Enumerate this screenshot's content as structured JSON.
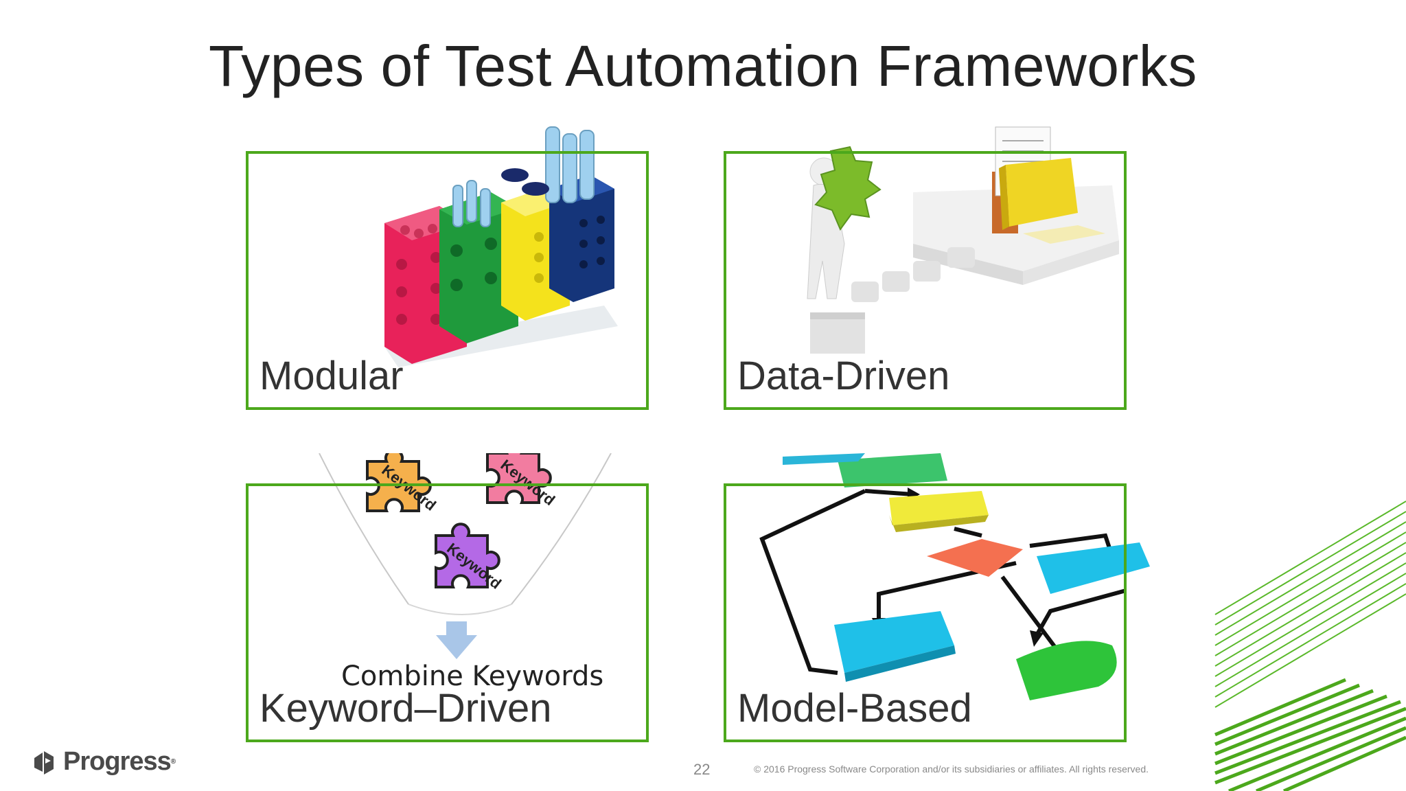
{
  "slide": {
    "title": "Types of Test Automation Frameworks",
    "page_number": "22",
    "copyright": "© 2016 Progress Software Corporation and/or its subsidiaries or affiliates. All rights reserved."
  },
  "panels": [
    {
      "label": "Modular"
    },
    {
      "label": "Data-Driven"
    },
    {
      "label": "Keyword–Driven",
      "puzzle_text": "Keyword",
      "caption": "Combine Keywords"
    },
    {
      "label": "Model-Based"
    }
  ],
  "logo": {
    "text": "Progress"
  },
  "colors": {
    "border": "#4ca81c",
    "accent_stripes": "#5ab82a"
  }
}
